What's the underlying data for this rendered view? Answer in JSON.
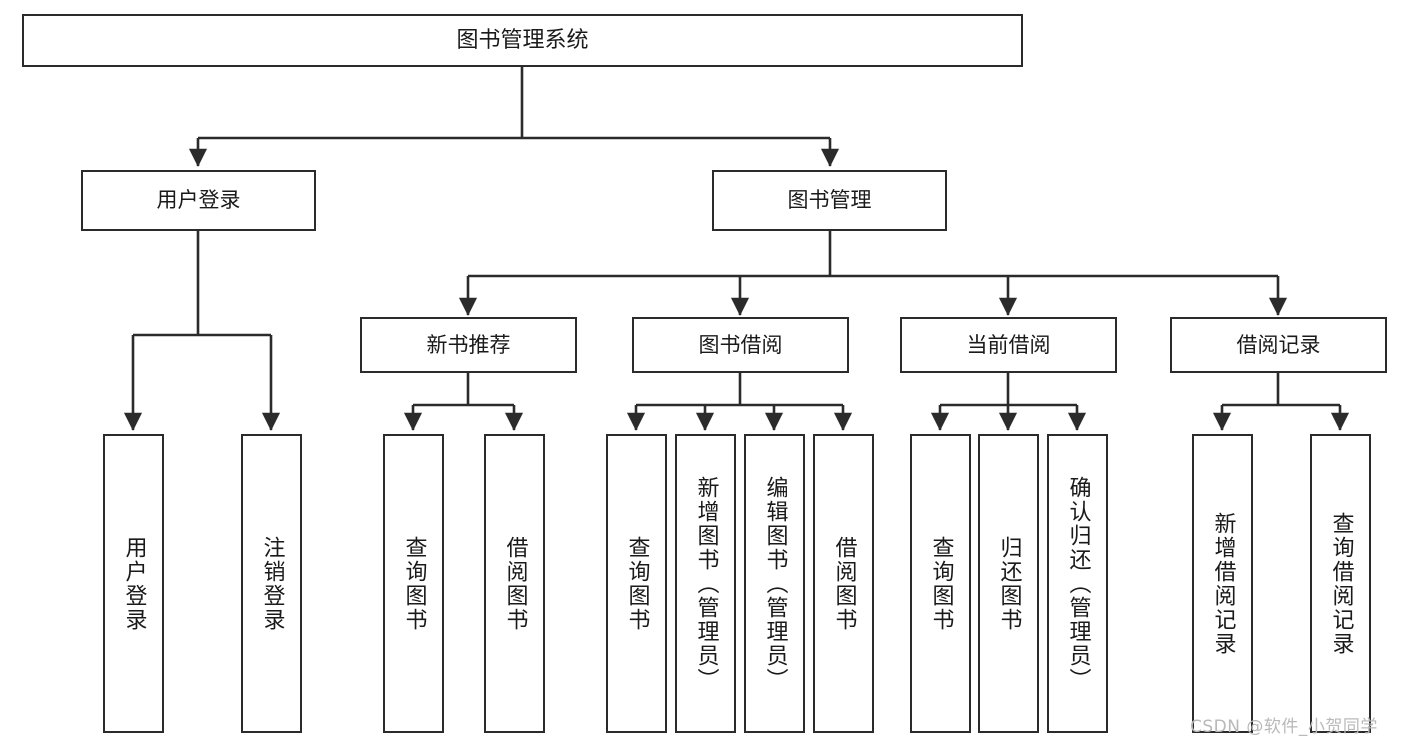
{
  "diagram": {
    "title": "图书管理系统",
    "type": "functional-structure-tree",
    "watermark": "CSDN @软件_小贺同学",
    "colors": {
      "background": "#ffffff",
      "node_border": "#2b2b2b",
      "node_fill": "#ffffff",
      "edge": "#2b2b2b",
      "text": "#1a1a1a",
      "watermark": "#b9b9b9"
    },
    "nodes": {
      "root": {
        "label": "图书管理系统"
      },
      "level2": [
        {
          "id": "user-login",
          "label": "用户登录"
        },
        {
          "id": "book-manage",
          "label": "图书管理"
        }
      ],
      "level3": [
        {
          "id": "new-book-recommend",
          "label": "新书推荐"
        },
        {
          "id": "book-borrow",
          "label": "图书借阅"
        },
        {
          "id": "current-borrow",
          "label": "当前借阅"
        },
        {
          "id": "borrow-record",
          "label": "借阅记录"
        }
      ],
      "leaves": {
        "user-login": [
          {
            "id": "leaf-user-login",
            "label": "用户登录"
          },
          {
            "id": "leaf-user-logout",
            "label": "注销登录"
          }
        ],
        "new-book-recommend": [
          {
            "id": "leaf-query-book-1",
            "label": "查询图书"
          },
          {
            "id": "leaf-borrow-book-1",
            "label": "借阅图书"
          }
        ],
        "book-borrow": [
          {
            "id": "leaf-query-book-2",
            "label": "查询图书"
          },
          {
            "id": "leaf-add-book",
            "label": "新增图书（管理员）"
          },
          {
            "id": "leaf-edit-book",
            "label": "编辑图书（管理员）"
          },
          {
            "id": "leaf-borrow-book-2",
            "label": "借阅图书"
          }
        ],
        "current-borrow": [
          {
            "id": "leaf-query-book-3",
            "label": "查询图书"
          },
          {
            "id": "leaf-return-book",
            "label": "归还图书"
          },
          {
            "id": "leaf-confirm-return",
            "label": "确认归还（管理员）"
          }
        ],
        "borrow-record": [
          {
            "id": "leaf-add-record",
            "label": "新增借阅记录"
          },
          {
            "id": "leaf-query-record",
            "label": "查询借阅记录"
          }
        ]
      }
    }
  }
}
